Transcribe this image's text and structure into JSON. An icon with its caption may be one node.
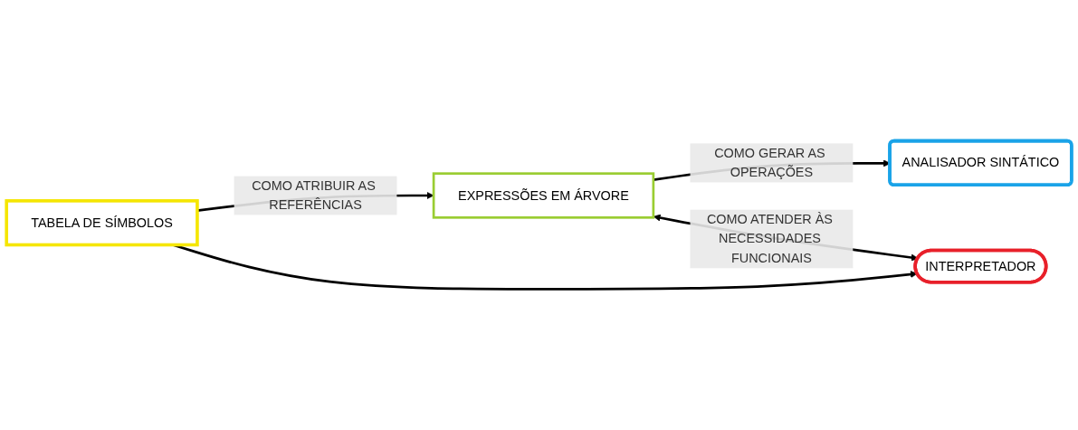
{
  "diagram": {
    "nodes": [
      {
        "text": [
          "ANALISADOR SINTÁTICO"
        ]
      },
      {
        "text": [
          "EXPRESSÕES EM ÁRVORE"
        ]
      },
      {
        "text": [
          "TABELA DE SÍMBOLOS"
        ]
      },
      {
        "text": [
          "INTERPRETADOR"
        ]
      }
    ],
    "edges": [
      {
        "from": 1,
        "to": 0,
        "arrow": "to",
        "label": "COMO GERAR AS OPERAÇÕES"
      },
      {
        "from": 2,
        "to": 1,
        "arrow": "to",
        "label": "COMO ATRIBUIR AS REFERÊNCIAS"
      },
      {
        "from": 2,
        "to": 3,
        "arrow": "to"
      },
      {
        "from": 1,
        "to": 3,
        "arrow": "both",
        "label": "COMO ATENDER ÀS NECESSIDADES FUNCIONAIS"
      }
    ]
  }
}
